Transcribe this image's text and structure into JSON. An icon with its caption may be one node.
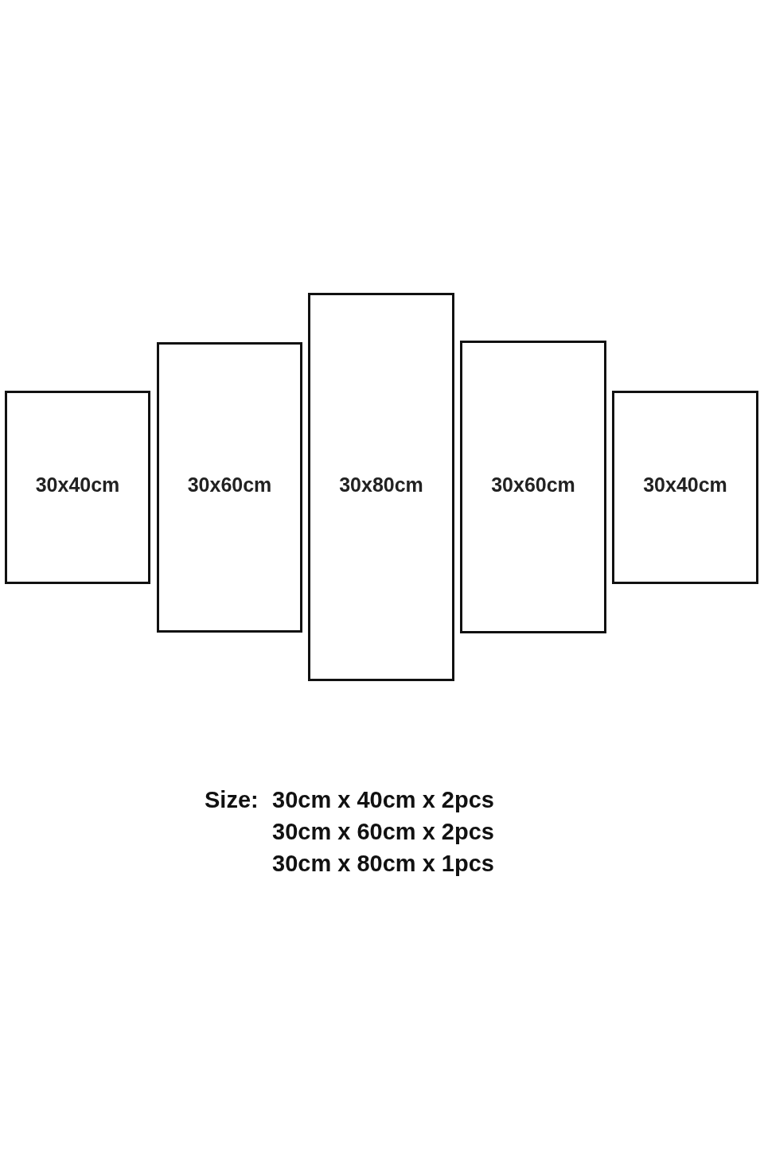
{
  "diagram": {
    "nodes": [
      {
        "text": [
          "30x40cm"
        ]
      },
      {
        "text": [
          "30x60cm"
        ]
      },
      {
        "text": [
          "30x80cm"
        ]
      },
      {
        "text": [
          "30x60cm"
        ]
      },
      {
        "text": [
          "30x40cm"
        ]
      }
    ],
    "labels": [
      "Size:",
      "30cm x 40cm x 2pcs",
      "30cm x 60cm x 2pcs",
      "30cm x 80cm x 1pcs"
    ]
  }
}
